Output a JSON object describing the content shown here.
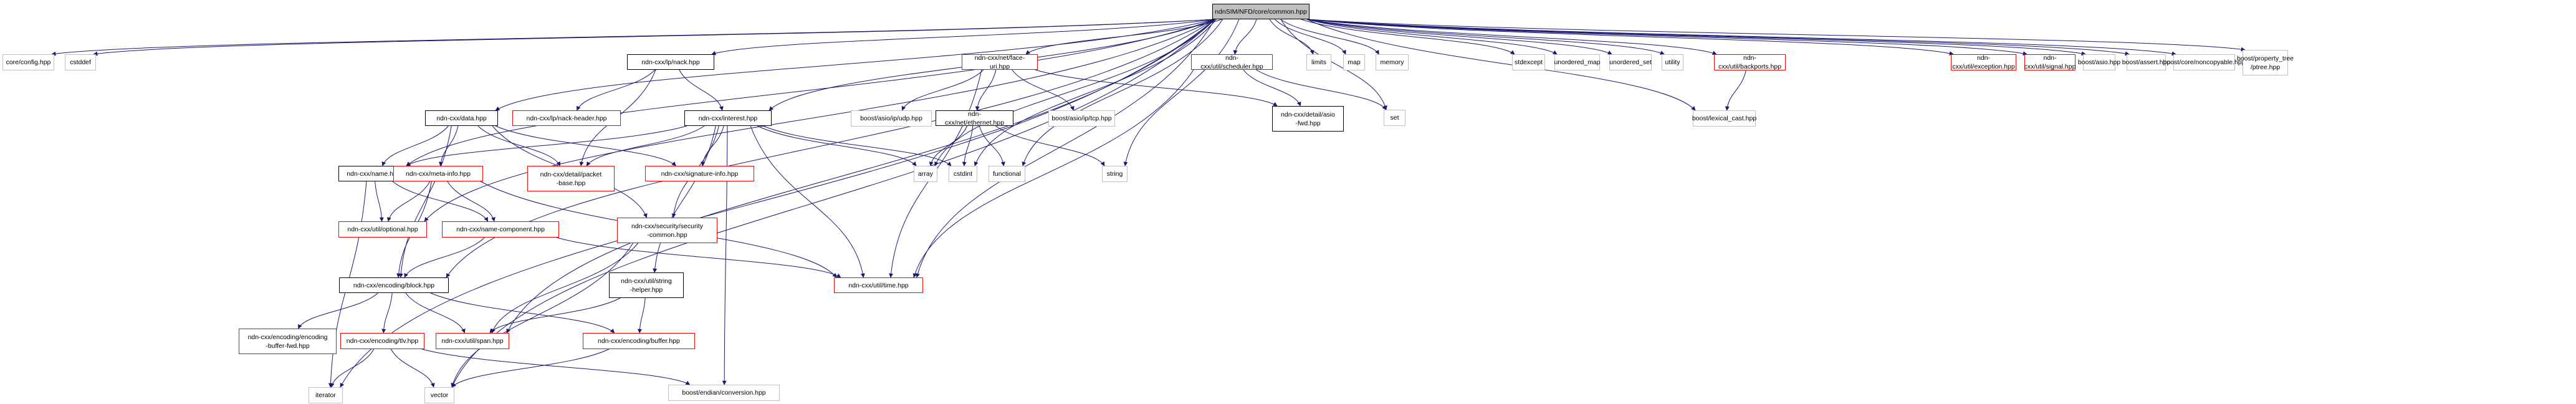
{
  "title": "ndnSIM/NFD/core/common.hpp",
  "colors": {
    "edge": "#191970",
    "root_fill": "#bfbfbf",
    "documented_border": "#000000",
    "truncated_border": "#ff0000",
    "external_border": "#bfbfbf"
  },
  "legend_kinds": {
    "root": "file being documented",
    "doc": "documented include",
    "red": "include with truncated graph",
    "ext": "external/system include"
  },
  "nodes": [
    {
      "id": "root",
      "label": "ndnSIM/NFD/core/common.hpp",
      "kind": "root"
    },
    {
      "id": "config",
      "label": "core/config.hpp",
      "kind": "ext"
    },
    {
      "id": "cstddef",
      "label": "cstddef",
      "kind": "ext"
    },
    {
      "id": "nack",
      "label": "ndn-cxx/lp/nack.hpp",
      "kind": "doc"
    },
    {
      "id": "faceuri",
      "label": "ndn-cxx/net/face-uri.hpp",
      "kind": "red"
    },
    {
      "id": "scheduler",
      "label": "ndn-cxx/util/scheduler.hpp",
      "kind": "red"
    },
    {
      "id": "limits",
      "label": "limits",
      "kind": "ext"
    },
    {
      "id": "map",
      "label": "map",
      "kind": "ext"
    },
    {
      "id": "memory",
      "label": "memory",
      "kind": "ext"
    },
    {
      "id": "stdexcept",
      "label": "stdexcept",
      "kind": "ext"
    },
    {
      "id": "umap",
      "label": "unordered_map",
      "kind": "ext"
    },
    {
      "id": "uset",
      "label": "unordered_set",
      "kind": "ext"
    },
    {
      "id": "utility",
      "label": "utility",
      "kind": "ext"
    },
    {
      "id": "backports",
      "label": "ndn-cxx/util/backports.hpp",
      "kind": "red"
    },
    {
      "id": "exception",
      "label": "ndn-cxx/util/exception.hpp",
      "kind": "red"
    },
    {
      "id": "signal",
      "label": "ndn-cxx/util/signal.hpp",
      "kind": "red"
    },
    {
      "id": "basio",
      "label": "boost/asio.hpp",
      "kind": "ext"
    },
    {
      "id": "bassert",
      "label": "boost/assert.hpp",
      "kind": "ext"
    },
    {
      "id": "noncopyable",
      "label": "boost/core/noncopyable.hpp",
      "kind": "ext"
    },
    {
      "id": "ptree",
      "label": "boost/property_tree\n/ptree.hpp",
      "kind": "ext"
    },
    {
      "id": "data",
      "label": "ndn-cxx/data.hpp",
      "kind": "doc"
    },
    {
      "id": "nackheader",
      "label": "ndn-cxx/lp/nack-header.hpp",
      "kind": "red"
    },
    {
      "id": "interest",
      "label": "ndn-cxx/interest.hpp",
      "kind": "doc"
    },
    {
      "id": "udp",
      "label": "boost/asio/ip/udp.hpp",
      "kind": "ext"
    },
    {
      "id": "ethernet",
      "label": "ndn-cxx/net/ethernet.hpp",
      "kind": "doc"
    },
    {
      "id": "tcp",
      "label": "boost/asio/ip/tcp.hpp",
      "kind": "ext"
    },
    {
      "id": "asiofwd",
      "label": "ndn-cxx/detail/asio\n-fwd.hpp",
      "kind": "doc"
    },
    {
      "id": "set",
      "label": "set",
      "kind": "ext"
    },
    {
      "id": "lexical",
      "label": "boost/lexical_cast.hpp",
      "kind": "ext"
    },
    {
      "id": "name",
      "label": "ndn-cxx/name.hpp",
      "kind": "doc"
    },
    {
      "id": "metainfo",
      "label": "ndn-cxx/meta-info.hpp",
      "kind": "red"
    },
    {
      "id": "packetbase",
      "label": "ndn-cxx/detail/packet\n-base.hpp",
      "kind": "red"
    },
    {
      "id": "siginfo",
      "label": "ndn-cxx/signature-info.hpp",
      "kind": "red"
    },
    {
      "id": "array",
      "label": "array",
      "kind": "ext"
    },
    {
      "id": "cstdint",
      "label": "cstdint",
      "kind": "ext"
    },
    {
      "id": "functional",
      "label": "functional",
      "kind": "ext"
    },
    {
      "id": "string",
      "label": "string",
      "kind": "ext"
    },
    {
      "id": "optional",
      "label": "ndn-cxx/util/optional.hpp",
      "kind": "red"
    },
    {
      "id": "namecomp",
      "label": "ndn-cxx/name-component.hpp",
      "kind": "red"
    },
    {
      "id": "seccommon",
      "label": "ndn-cxx/security/security\n-common.hpp",
      "kind": "red"
    },
    {
      "id": "time",
      "label": "ndn-cxx/util/time.hpp",
      "kind": "red"
    },
    {
      "id": "block",
      "label": "ndn-cxx/encoding/block.hpp",
      "kind": "doc"
    },
    {
      "id": "stringhelper",
      "label": "ndn-cxx/util/string\n-helper.hpp",
      "kind": "doc"
    },
    {
      "id": "encbuffwd",
      "label": "ndn-cxx/encoding/encoding\n-buffer-fwd.hpp",
      "kind": "red"
    },
    {
      "id": "tlv",
      "label": "ndn-cxx/encoding/tlv.hpp",
      "kind": "red"
    },
    {
      "id": "span",
      "label": "ndn-cxx/util/span.hpp",
      "kind": "red"
    },
    {
      "id": "buffer",
      "label": "ndn-cxx/encoding/buffer.hpp",
      "kind": "red"
    },
    {
      "id": "iterator",
      "label": "iterator",
      "kind": "ext"
    },
    {
      "id": "vector",
      "label": "vector",
      "kind": "ext"
    },
    {
      "id": "endian",
      "label": "boost/endian/conversion.hpp",
      "kind": "ext"
    }
  ],
  "edges": [
    [
      "root",
      "config"
    ],
    [
      "root",
      "cstddef"
    ],
    [
      "root",
      "nack"
    ],
    [
      "root",
      "data"
    ],
    [
      "root",
      "interest"
    ],
    [
      "root",
      "name"
    ],
    [
      "root",
      "optional"
    ],
    [
      "root",
      "block"
    ],
    [
      "root",
      "faceuri"
    ],
    [
      "root",
      "scheduler"
    ],
    [
      "root",
      "limits"
    ],
    [
      "root",
      "map"
    ],
    [
      "root",
      "memory"
    ],
    [
      "root",
      "stdexcept"
    ],
    [
      "root",
      "umap"
    ],
    [
      "root",
      "uset"
    ],
    [
      "root",
      "utility"
    ],
    [
      "root",
      "backports"
    ],
    [
      "root",
      "exception"
    ],
    [
      "root",
      "signal"
    ],
    [
      "root",
      "basio"
    ],
    [
      "root",
      "bassert"
    ],
    [
      "root",
      "noncopyable"
    ],
    [
      "root",
      "ptree"
    ],
    [
      "root",
      "set"
    ],
    [
      "root",
      "functional"
    ],
    [
      "root",
      "string"
    ],
    [
      "root",
      "lexical"
    ],
    [
      "root",
      "time"
    ],
    [
      "root",
      "span"
    ],
    [
      "root",
      "iterator"
    ],
    [
      "root",
      "vector"
    ],
    [
      "root",
      "cstdint"
    ],
    [
      "root",
      "array"
    ],
    [
      "nack",
      "nackheader"
    ],
    [
      "nack",
      "interest"
    ],
    [
      "nack",
      "packetbase"
    ],
    [
      "data",
      "name"
    ],
    [
      "data",
      "metainfo"
    ],
    [
      "data",
      "packetbase"
    ],
    [
      "data",
      "siginfo"
    ],
    [
      "data",
      "block"
    ],
    [
      "data",
      "seccommon"
    ],
    [
      "interest",
      "name"
    ],
    [
      "interest",
      "packetbase"
    ],
    [
      "interest",
      "siginfo"
    ],
    [
      "interest",
      "seccommon"
    ],
    [
      "interest",
      "stringhelper"
    ],
    [
      "interest",
      "endian"
    ],
    [
      "interest",
      "time"
    ],
    [
      "interest",
      "array"
    ],
    [
      "interest",
      "cstdint"
    ],
    [
      "faceuri",
      "udp"
    ],
    [
      "faceuri",
      "ethernet"
    ],
    [
      "faceuri",
      "tcp"
    ],
    [
      "faceuri",
      "asiofwd"
    ],
    [
      "faceuri",
      "time"
    ],
    [
      "ethernet",
      "array"
    ],
    [
      "ethernet",
      "cstdint"
    ],
    [
      "ethernet",
      "functional"
    ],
    [
      "ethernet",
      "string"
    ],
    [
      "scheduler",
      "asiofwd"
    ],
    [
      "scheduler",
      "set"
    ],
    [
      "scheduler",
      "time"
    ],
    [
      "backports",
      "lexical"
    ],
    [
      "name",
      "optional"
    ],
    [
      "name",
      "namecomp"
    ],
    [
      "name",
      "iterator"
    ],
    [
      "metainfo",
      "optional"
    ],
    [
      "metainfo",
      "namecomp"
    ],
    [
      "metainfo",
      "block"
    ],
    [
      "metainfo",
      "time"
    ],
    [
      "namecomp",
      "block"
    ],
    [
      "namecomp",
      "time"
    ],
    [
      "seccommon",
      "span"
    ],
    [
      "seccommon",
      "vector"
    ],
    [
      "block",
      "encbuffwd"
    ],
    [
      "block",
      "tlv"
    ],
    [
      "block",
      "span"
    ],
    [
      "block",
      "buffer"
    ],
    [
      "stringhelper",
      "span"
    ],
    [
      "stringhelper",
      "buffer"
    ],
    [
      "tlv",
      "iterator"
    ],
    [
      "tlv",
      "vector"
    ],
    [
      "tlv",
      "endian"
    ],
    [
      "buffer",
      "vector"
    ]
  ]
}
